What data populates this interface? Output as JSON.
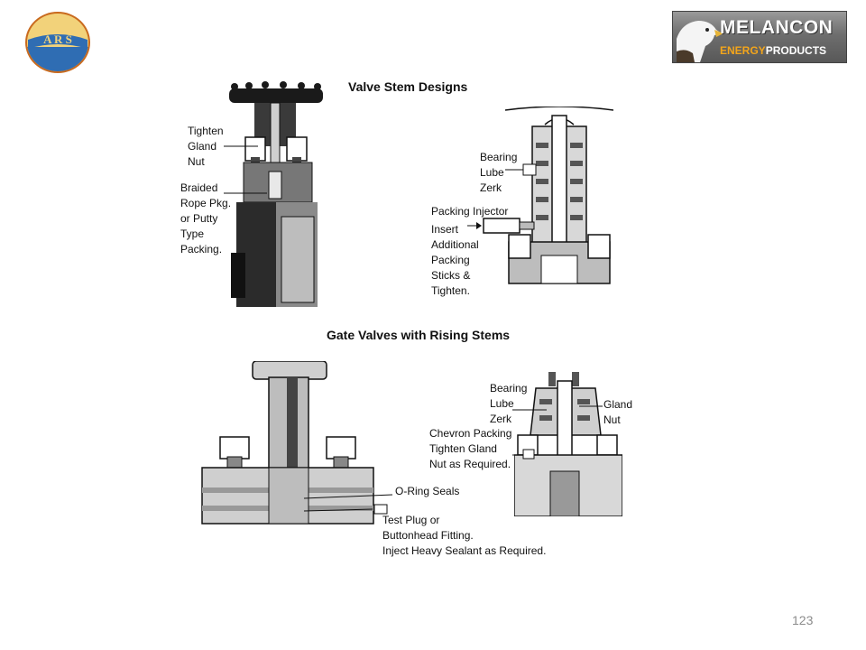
{
  "logos": {
    "ars_text": "A R S",
    "melancon_line1": "MELANCON",
    "melancon_line2a": "ENERGY",
    "melancon_line2b": "PRODUCTS"
  },
  "top_figure": {
    "title": "Valve Stem Designs",
    "label_tighten": "Tighten\nGland\nNut",
    "label_braided": "Braided\nRope Pkg.\nor Putty\nType\nPacking.",
    "label_bearing": "Bearing\nLube\nZerk",
    "label_packing_injector": "Packing Injector",
    "label_insert": "Insert\nAdditional\nPacking\nSticks &\nTighten."
  },
  "bottom_figure": {
    "title": "Gate Valves with Rising Stems",
    "label_bearing": "Bearing\nLube\nZerk",
    "label_gland": "Gland\nNut",
    "label_chevron": "Chevron Packing\nTighten Gland\nNut as Required.",
    "label_oring": "O-Ring Seals",
    "label_testplug": "Test Plug or\nButtonhead Fitting.\nInject Heavy Sealant as Required."
  },
  "page_number": "123",
  "colors": {
    "ars_blue": "#2f6db3",
    "ars_orange": "#c96a1e",
    "ars_yellow": "#f2d27a",
    "melancon_orange": "#f3a51b"
  }
}
